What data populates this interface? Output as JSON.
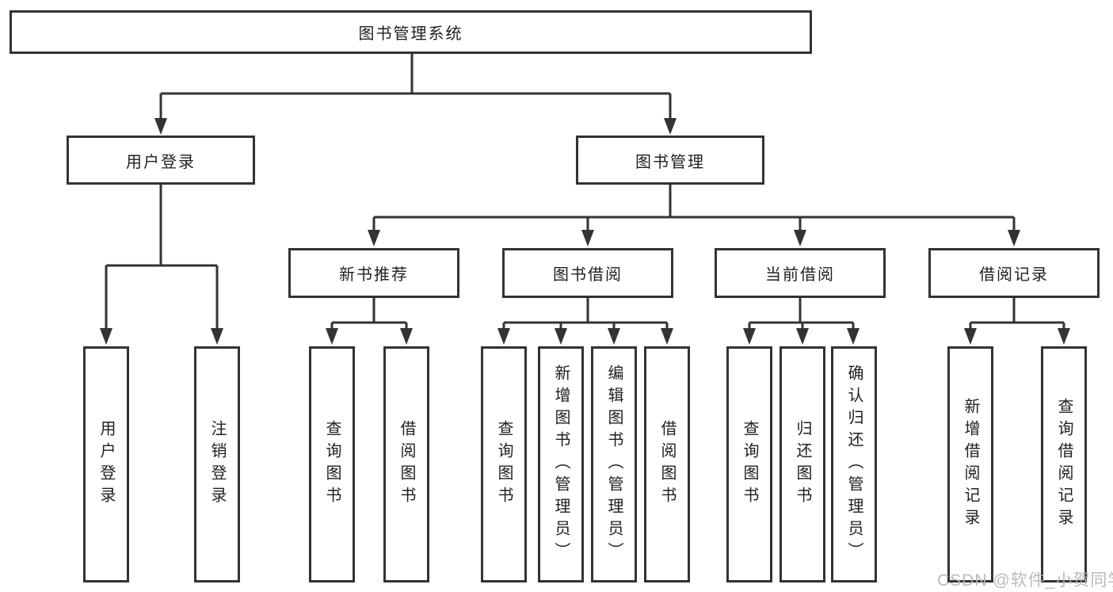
{
  "diagram": {
    "title": "图书管理系统",
    "root": {
      "label": "图书管理系统"
    },
    "level2": [
      {
        "label": "用户登录"
      },
      {
        "label": "图书管理"
      }
    ],
    "level3": [
      {
        "label": "新书推荐"
      },
      {
        "label": "图书借阅"
      },
      {
        "label": "当前借阅"
      },
      {
        "label": "借阅记录"
      }
    ],
    "leaves": {
      "user_login": [
        "用户登录",
        "注销登录"
      ],
      "new_book_recommend": [
        "查询图书",
        "借阅图书"
      ],
      "book_borrow": [
        "查询图书",
        "新增图书（管理员）",
        "编辑图书（管理员）",
        "借阅图书"
      ],
      "current_borrow": [
        "查询图书",
        "归还图书",
        "确认归还（管理员）"
      ],
      "borrow_records": [
        "新增借阅记录",
        "查询借阅记录"
      ]
    }
  },
  "watermark": "CSDN @软件_小贺同学",
  "colors": {
    "line": "#333333",
    "text": "#1f1f1f",
    "background": "#ffffff",
    "watermark": "#b2b4bc"
  }
}
